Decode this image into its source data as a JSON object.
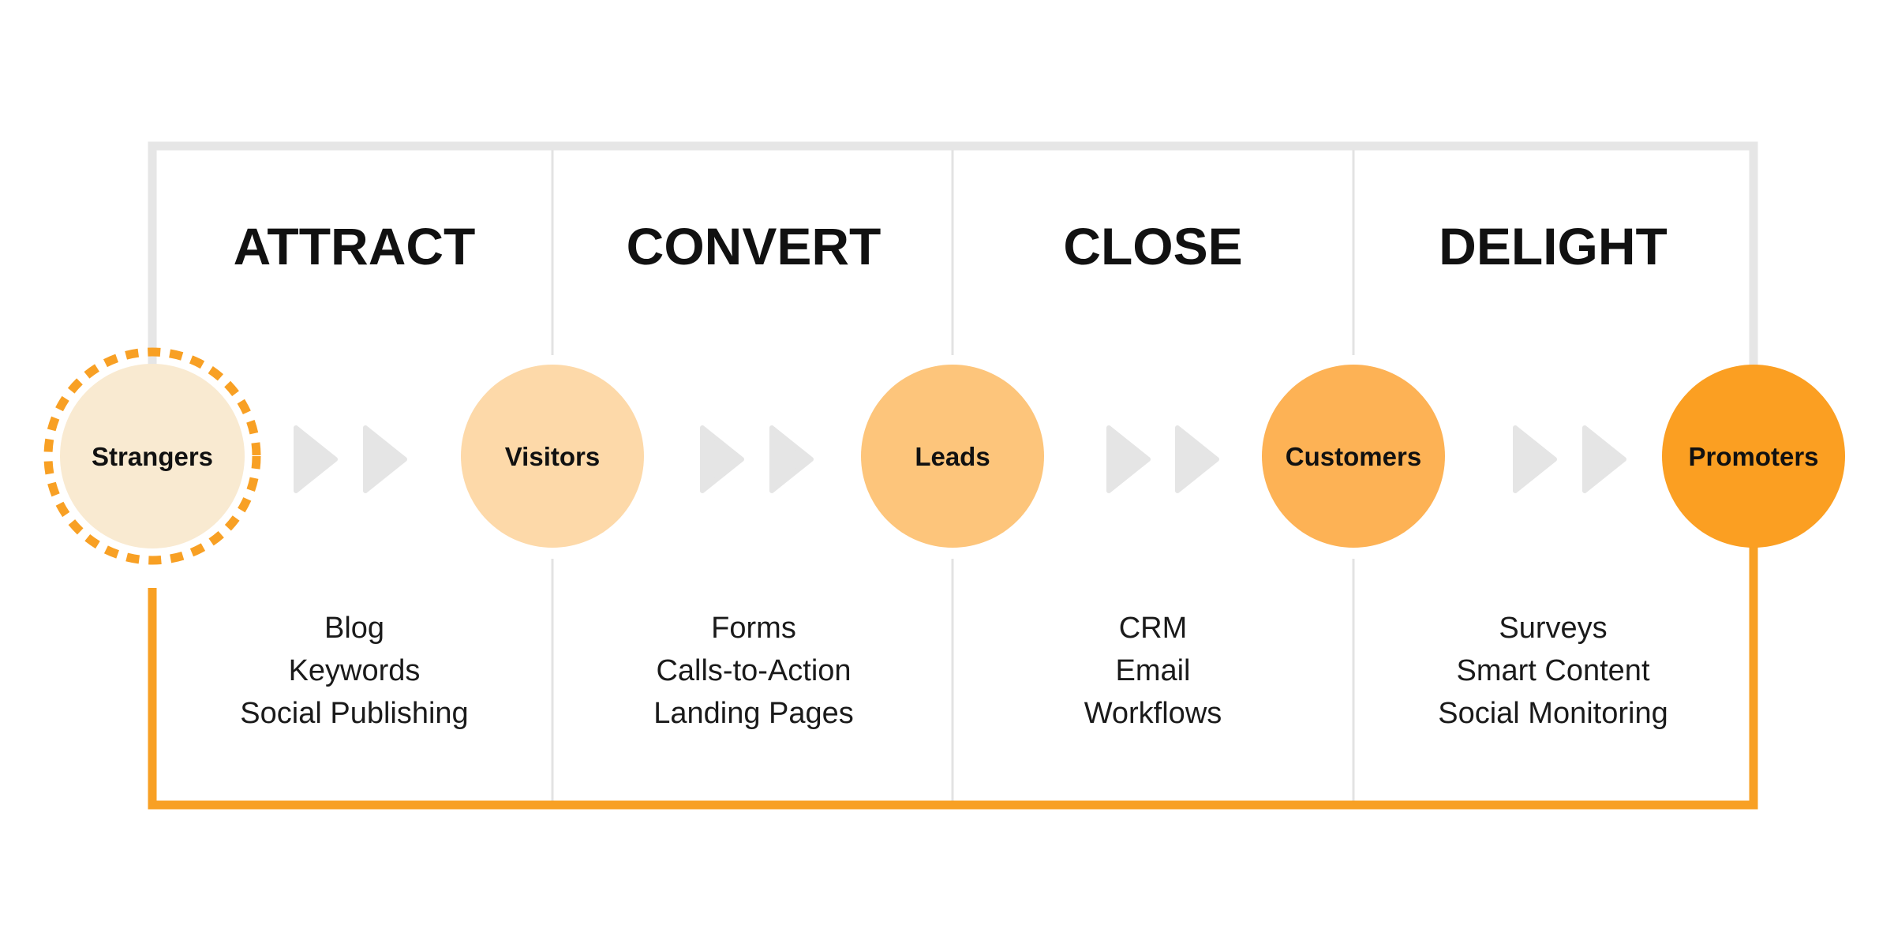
{
  "colors": {
    "frame": "#e6e6e6",
    "divider": "#e3e3e3",
    "return_path": "#f8a024",
    "chevron": "#e5e5e5",
    "stage_text": "#111111",
    "tool_text": "#1a1a1a"
  },
  "stages": [
    {
      "title": "ATTRACT",
      "tools": [
        "Blog",
        "Keywords",
        "Social Publishing"
      ]
    },
    {
      "title": "CONVERT",
      "tools": [
        "Forms",
        "Calls-to-Action",
        "Landing Pages"
      ]
    },
    {
      "title": "CLOSE",
      "tools": [
        "CRM",
        "Email",
        "Workflows"
      ]
    },
    {
      "title": "DELIGHT",
      "tools": [
        "Surveys",
        "Smart Content",
        "Social Monitoring"
      ]
    }
  ],
  "nodes": [
    {
      "label": "Strangers",
      "fill": "#f9ead1",
      "ring": "#f8a024",
      "dashed": true
    },
    {
      "label": "Visitors",
      "fill": "#fdd9a9",
      "dashed": false
    },
    {
      "label": "Leads",
      "fill": "#fdc57b",
      "dashed": false
    },
    {
      "label": "Customers",
      "fill": "#fdb255",
      "dashed": false
    },
    {
      "label": "Promoters",
      "fill": "#fb9f22",
      "dashed": false
    }
  ]
}
